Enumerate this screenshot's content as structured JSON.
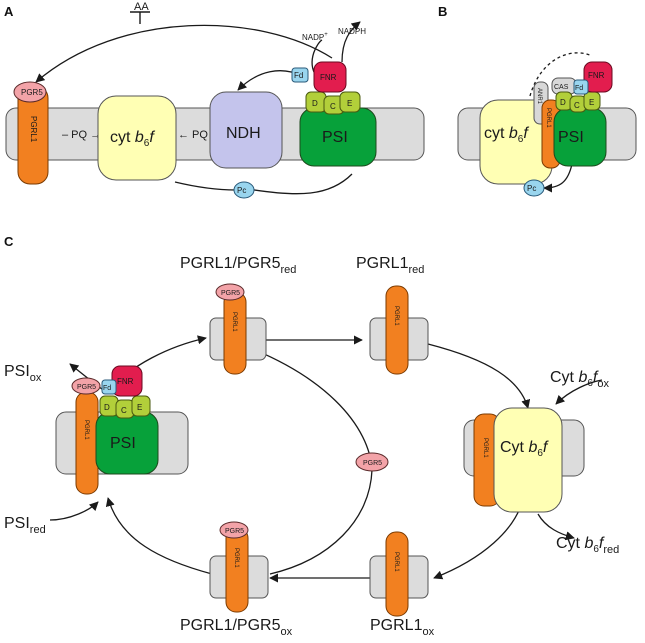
{
  "panels": {
    "a": "A",
    "b": "B",
    "c": "C"
  },
  "a": {
    "aa": "AA",
    "nadp": "NADP",
    "nadp_sup": "+",
    "nadph": "NADPH",
    "fnr": "FNR",
    "fd": "Fd",
    "pgr5": "PGR5",
    "pgrl1": "PGRL1",
    "pq1": "– PQ →",
    "cyt_main": "cyt ",
    "cyt_b": "b",
    "cyt_sub": "6",
    "cyt_f": "f",
    "pq2": "← PQ –",
    "ndh": "NDH",
    "d": "D",
    "c": "C",
    "e": "E",
    "psi": "PSI",
    "pc": "Pc"
  },
  "b": {
    "fnr": "FNR",
    "cas": "CAS",
    "fd": "Fd",
    "anr1": "ANR1",
    "pgrl1": "PGRL1",
    "cyt_main": "cyt ",
    "cyt_b": "b",
    "cyt_sub": "6",
    "cyt_f": "f",
    "d": "D",
    "c": "C",
    "e": "E",
    "psi": "PSI",
    "pc": "Pc"
  },
  "c": {
    "top_left_label": "PGRL1/PGR5",
    "top_left_sub": "red",
    "top_right_label": "PGRL1",
    "top_right_sub": "red",
    "psi_ox": "PSI",
    "psi_ox_sub": "ox",
    "psi_red": "PSI",
    "psi_red_sub": "red",
    "cyt_ox_main": "Cyt ",
    "cyt_ox_b": "b",
    "cyt_ox_sub": "6",
    "cyt_ox_f": "f",
    "cyt_ox_sub2": "ox",
    "cyt_red_main": "Cyt ",
    "cyt_red_b": "b",
    "cyt_red_sub": "6",
    "cyt_red_f": "f",
    "cyt_red_sub2": "red",
    "bottom_left_label": "PGRL1/PGR5",
    "bottom_left_sub": "ox",
    "bottom_right_label": "PGRL1",
    "bottom_right_sub": "ox",
    "pgr5": "PGR5",
    "pgrl1": "PGRL1",
    "fnr": "FNR",
    "fd": "Fd",
    "d": "D",
    "c": "C",
    "e": "E",
    "psi": "PSI",
    "cyt_main": "Cyt ",
    "cyt_b": "b",
    "cyt_sub": "6",
    "cyt_f": "f"
  }
}
